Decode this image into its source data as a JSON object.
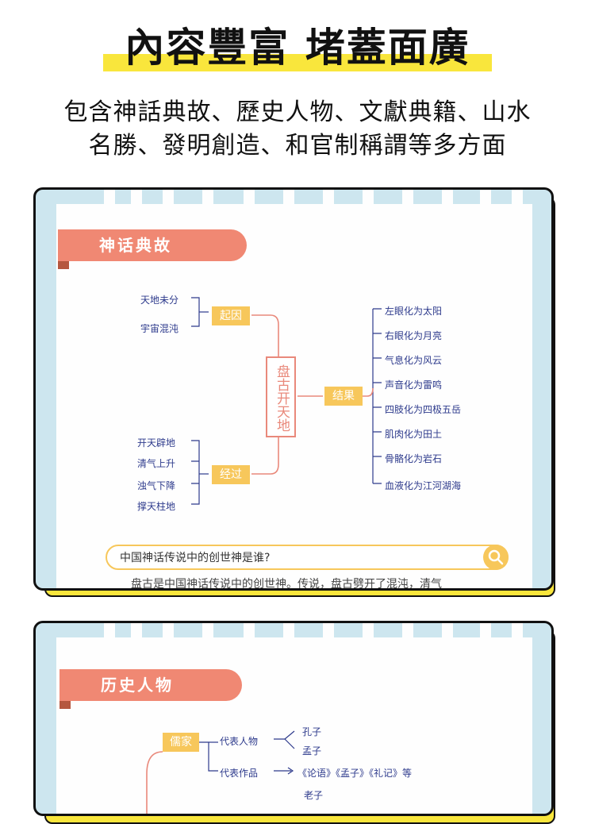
{
  "header": {
    "title": "內容豐富 堵蓋面廣",
    "subtitle_line1": "包含神話典故、歷史人物、文獻典籍、山水",
    "subtitle_line2": "名勝、發明創造、和官制稱謂等多方面"
  },
  "card_myth": {
    "ribbon": "神话典故",
    "center": "盘古开天地",
    "cause": {
      "label": "起因",
      "items": [
        "天地未分",
        "宇宙混沌"
      ]
    },
    "process": {
      "label": "经过",
      "items": [
        "开天辟地",
        "清气上升",
        "浊气下降",
        "撑天柱地"
      ]
    },
    "result": {
      "label": "结果",
      "items": [
        "左眼化为太阳",
        "右眼化为月亮",
        "气息化为风云",
        "声音化为雷鸣",
        "四肢化为四极五岳",
        "肌肉化为田土",
        "骨骼化为岩石",
        "血液化为江河湖海"
      ]
    },
    "search": {
      "query": "中国神话传说中的创世神是谁?",
      "icon": "search-icon"
    },
    "answer_preview": "盘古是中国神话传说中的创世神。传说，盘古劈开了混沌，清气"
  },
  "card_history": {
    "ribbon": "历史人物",
    "school": "儒家",
    "rep_people_label": "代表人物",
    "people": [
      "孔子",
      "孟子"
    ],
    "rep_works_label": "代表作品",
    "works": "《论语》《孟子》《礼记》等",
    "next_partial": "老子"
  },
  "colors": {
    "yellow": "#f9e63c",
    "ribbon": "#f08873",
    "tag": "#f7c75b",
    "line": "#2d3a8c",
    "sky": "#cde6ef"
  }
}
